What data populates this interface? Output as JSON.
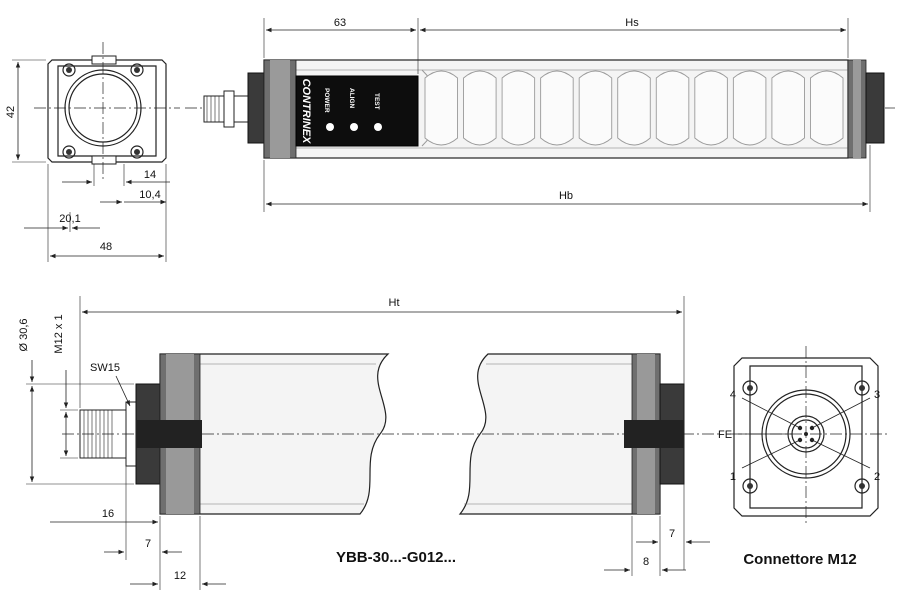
{
  "dimensions": {
    "d63": "63",
    "hs": "Hs",
    "hb": "Hb",
    "d42": "42",
    "d14": "14",
    "d10_4": "10,4",
    "d20_1": "20,1",
    "d48": "48",
    "ht": "Ht",
    "dia": "Ø 30,6",
    "m12": "M12 x 1",
    "sw15": "SW15",
    "d16": "16",
    "d7_left": "7",
    "d12": "12",
    "d7_right": "7",
    "d8": "8"
  },
  "device": {
    "brand": "CONTRINEX",
    "leds": [
      "POWER",
      "ALIGN",
      "TEST"
    ]
  },
  "model_label": "YBB-30...-G012...",
  "connector": {
    "title": "Connettore M12",
    "pins": [
      "1",
      "2",
      "3",
      "4"
    ],
    "fe": "FE"
  }
}
